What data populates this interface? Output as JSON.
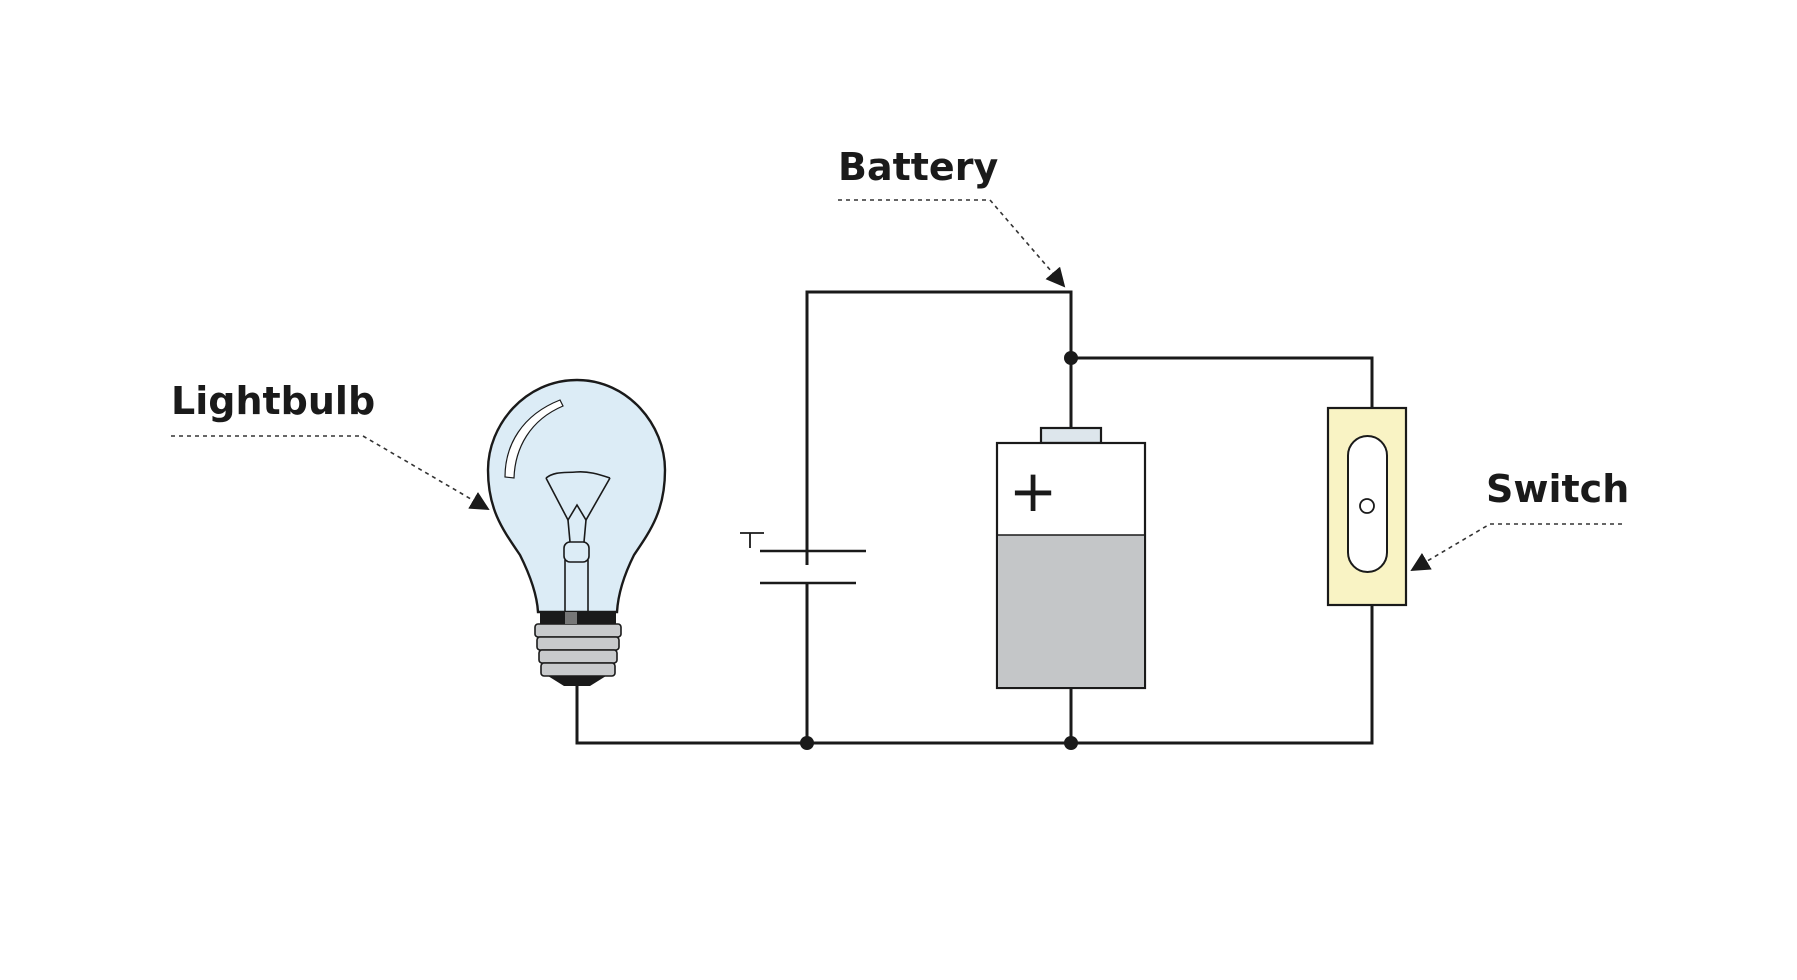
{
  "labels": {
    "lightbulb": "Lightbulb",
    "battery": "Battery",
    "switch": "Switch"
  },
  "battery_terminal_symbol": "+",
  "colors": {
    "wire": "#1a1a1a",
    "bulb_glass": "#dcecf6",
    "bulb_base": "#c8cacc",
    "battery_fill": "#c4c6c8",
    "switch_body": "#f9f3c4"
  },
  "icons": {
    "lightbulb": "lightbulb-icon",
    "battery": "battery-icon",
    "switch": "switch-icon",
    "cell": "cell-symbol-icon",
    "ground": "ground-symbol-icon"
  }
}
